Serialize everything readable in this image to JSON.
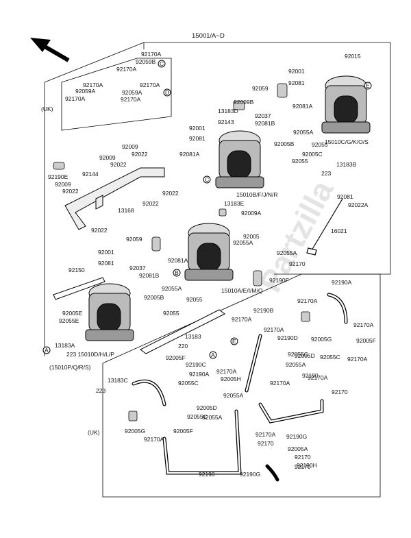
{
  "assembly_label": "15001/A~D",
  "watermark": "Partzilla",
  "region_labels": {
    "uk_top": "(UK)",
    "uk_bottom": "(UK)"
  },
  "circle_markers": [
    "C",
    "D",
    "E",
    "B",
    "A",
    "E",
    "A",
    "C"
  ],
  "part_labels": [
    "92170A",
    "92059B",
    "92170A",
    "92170A",
    "92059A",
    "92170A",
    "92170A",
    "92059A",
    "92170A",
    "92015",
    "92001",
    "92081",
    "92059",
    "92009B",
    "13183D",
    "92081A",
    "92037",
    "92081B",
    "92143",
    "92001",
    "92081",
    "92081A",
    "92055A",
    "92005B",
    "92055",
    "92005C",
    "92055",
    "15010C/G/K/O/S",
    "13183B",
    "223",
    "15010B/F/J/N/R",
    "92081",
    "92022A",
    "92009",
    "92009",
    "92022",
    "92022",
    "92144",
    "92190E",
    "92009",
    "92022",
    "13168",
    "92022",
    "92022",
    "92022",
    "13183E",
    "92009A",
    "16021",
    "92059",
    "92005",
    "92055A",
    "92001",
    "92081",
    "92081A",
    "92055A",
    "92037",
    "92081B",
    "92170",
    "92150",
    "92190F",
    "15010A/E/I/M/Q",
    "92055A",
    "92005B",
    "92055",
    "92055",
    "92055E",
    "92005E",
    "13183",
    "13183A",
    "220",
    "223 15010D/H/L/P",
    "(15010P/Q/R/S)",
    "13183C",
    "223",
    "92190A",
    "92170A",
    "92170A",
    "92005F",
    "92170A",
    "92190B",
    "92190D",
    "92170A",
    "92005G",
    "92005F",
    "92005D",
    "92055C",
    "92170A",
    "92190C",
    "92005H",
    "92055C",
    "92055A",
    "92190",
    "92170",
    "92190A",
    "92170A",
    "92055C",
    "92170A",
    "92170A",
    "92005D",
    "92055A",
    "92055A",
    "92005G",
    "92005F",
    "92170A",
    "92055C",
    "92170A",
    "92170",
    "92005A",
    "92190G",
    "92170",
    "92170",
    "92190H",
    "92190",
    "92190G"
  ]
}
